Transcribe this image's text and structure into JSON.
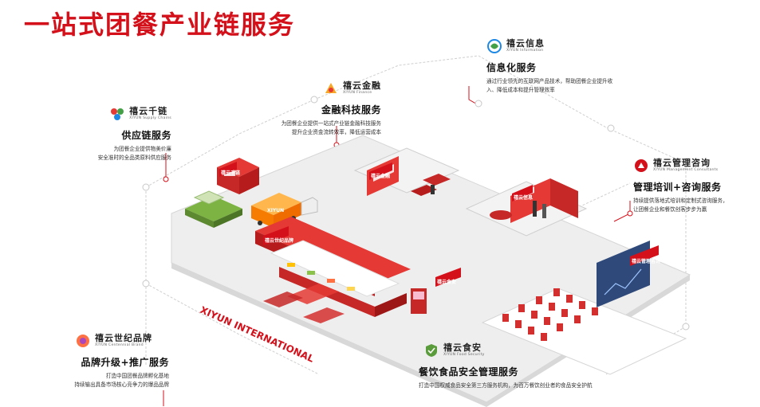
{
  "title": "一站式团餐产业链服务",
  "colors": {
    "accent": "#d4111b",
    "floor": "#ececec",
    "outline": "#c8c8c8",
    "green": "#5a9b3c"
  },
  "services": {
    "info": {
      "logo_cn": "禧云信息",
      "logo_en": "XIYUN Information",
      "title": "信息化服务",
      "desc_lines": [
        "通过行业领先的互联网产品技术，帮助团餐企业提升收",
        "入、降低成本和提升管理效率"
      ]
    },
    "finance": {
      "logo_cn": "禧云金融",
      "logo_en": "XIYUN Finance",
      "title": "金融科技服务",
      "desc_lines": [
        "为团餐企业提供一站式产业链金融科技服务",
        "提升企业资金流转效率，降低运营成本"
      ]
    },
    "supply": {
      "logo_cn": "禧云千链",
      "logo_en": "XIYUN Supply Chains",
      "title": "供应链服务",
      "desc_lines": [
        "为团餐企业提供物美价廉",
        "安全准时的全品类原料供应服务"
      ]
    },
    "consult": {
      "logo_cn": "禧云管理咨询",
      "logo_en": "XIYUN Management Consultants",
      "title": "管理培训+咨询服务",
      "desc_lines": [
        "持续提供落地式培训和定制式咨询服务，",
        "让团餐企业和餐饮创客步步为赢"
      ]
    },
    "brand": {
      "logo_cn": "禧云世纪品牌",
      "logo_en": "XIYUN Centennial Brand",
      "title": "品牌升级+推广服务",
      "desc_lines": [
        "打造中国团餐品牌孵化基地",
        "持续输出具备市场核心竞争力的爆品品牌"
      ]
    },
    "food": {
      "logo_cn": "禧云食安",
      "logo_en": "XIYUN Food Security",
      "title": "餐饮食品安全管理服务",
      "desc_lines": [
        "打造中国权威食品安全第三方服务机构，为百万餐饮创业者的食品安全护航"
      ]
    }
  },
  "illustration": {
    "building_banner": "XIYUN INTERNATIONAL",
    "signs": [
      "禧云千链",
      "禧云金融",
      "禧云信息",
      "禧云世纪品牌",
      "禧云食安",
      "禧云管理咨询"
    ],
    "truck_label": "XIYUN"
  }
}
